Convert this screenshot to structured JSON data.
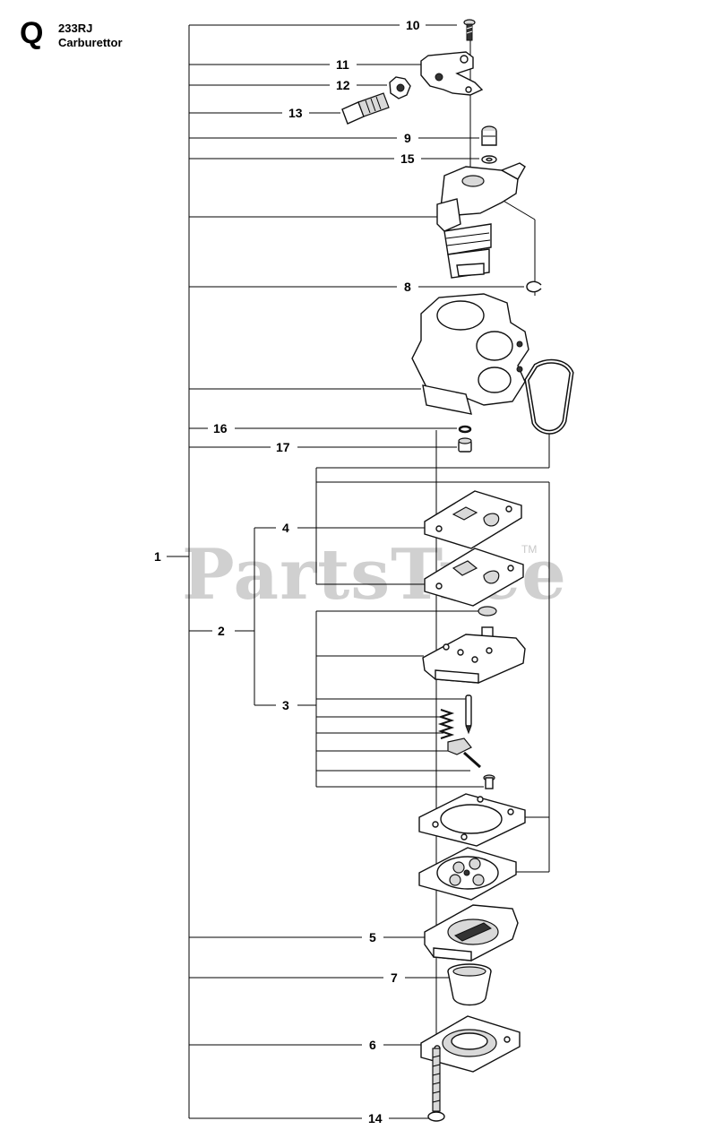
{
  "header": {
    "section_letter": "Q",
    "model": "233RJ",
    "title": "Carburettor"
  },
  "watermark": {
    "text": "PartsTree",
    "trademark": "TM"
  },
  "callouts": [
    {
      "id": "c10",
      "number": "10"
    },
    {
      "id": "c11",
      "number": "11"
    },
    {
      "id": "c12",
      "number": "12"
    },
    {
      "id": "c13",
      "number": "13"
    },
    {
      "id": "c9",
      "number": "9"
    },
    {
      "id": "c15",
      "number": "15"
    },
    {
      "id": "c8",
      "number": "8"
    },
    {
      "id": "c16",
      "number": "16"
    },
    {
      "id": "c17",
      "number": "17"
    },
    {
      "id": "c4",
      "number": "4"
    },
    {
      "id": "c1",
      "number": "1"
    },
    {
      "id": "c2",
      "number": "2"
    },
    {
      "id": "c3",
      "number": "3"
    },
    {
      "id": "c5",
      "number": "5"
    },
    {
      "id": "c7",
      "number": "7"
    },
    {
      "id": "c6",
      "number": "6"
    },
    {
      "id": "c14",
      "number": "14"
    }
  ]
}
